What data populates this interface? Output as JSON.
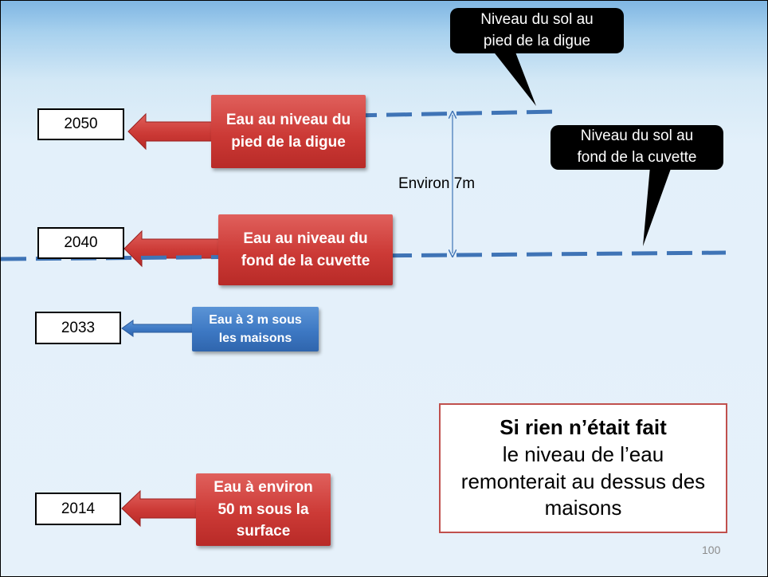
{
  "years": [
    {
      "id": "2050",
      "label": "2050"
    },
    {
      "id": "2040",
      "label": "2040"
    },
    {
      "id": "2033",
      "label": "2033"
    },
    {
      "id": "2014",
      "label": "2014"
    }
  ],
  "arrows": [
    {
      "id": "2050",
      "line1": "Eau au niveau du",
      "line2": "pied de la digue",
      "color": "#c9302c"
    },
    {
      "id": "2040",
      "line1": "Eau au niveau du",
      "line2": "fond de la cuvette",
      "color": "#c9302c"
    },
    {
      "id": "2033",
      "line1": "Eau à 3 m sous",
      "line2": "les maisons",
      "color": "#3b74c0"
    },
    {
      "id": "2014",
      "line1": "Eau à environ",
      "line2": "50 m sous la",
      "line3": "surface",
      "color": "#c9302c"
    }
  ],
  "callouts": {
    "digue": {
      "line1": "Niveau du sol au",
      "line2": "pied de la digue"
    },
    "cuvette": {
      "line1": "Niveau du sol au",
      "line2": "fond de la cuvette"
    }
  },
  "distance_label": "Environ 7m",
  "summary": {
    "title": "Si rien n’était fait",
    "line1": "le niveau de l’eau",
    "line2": "remonterait au dessus des",
    "line3": "maisons"
  },
  "page_number": "100",
  "colors": {
    "dashed_line": "#3f74b6",
    "red": "#c9302c",
    "blue": "#3b74c0",
    "box_border": "#c0504d"
  }
}
